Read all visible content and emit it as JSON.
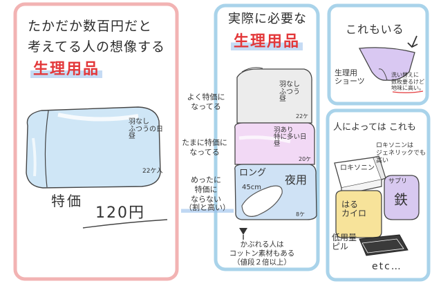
{
  "left_panel": {
    "line1": "たかだか数百円だと",
    "line2": "考えてる人の想像する",
    "highlight": "生理用品",
    "pack_label": "羽なし\nふつうの日\n昼",
    "pack_count": "22ケ入",
    "price_label": "特価",
    "price_value": "120円"
  },
  "middle_panel": {
    "title": "実際に必要な",
    "highlight": "生理用品",
    "note_often": "よく特価に\nなってる",
    "note_sometimes": "たまに特価に\nなってる",
    "note_rarely_1": "めったに\n特価に\nならない",
    "note_rarely_2": "（割と高い）",
    "pack1_label": "羽なし\nふつう\n昼",
    "pack1_count": "22ケ",
    "pack2_label": "羽あり\n特に多い日\n昼",
    "pack2_count": "20ケ",
    "pack3_long": "ロング",
    "pack3_size": "45cm",
    "pack3_night": "夜用",
    "pack3_count": "8ケ",
    "bottom_note": "かぶれる人は\nコットン素材もある\n（値段２倍以上）"
  },
  "top_right_panel": {
    "title": "これもいる",
    "label": "生理用\nショーツ",
    "note": "洗い替えに\n数枚要るけど\n地味に高い。"
  },
  "bottom_right_panel": {
    "title": "人によっては これも",
    "box_label": "ロキソニン",
    "loxonin_note": "ロキソニンは\nジェネリックでも\n高い",
    "kairo": "はる\nカイロ",
    "supplement": "サプリ",
    "iron": "鉄",
    "pill": "低用量\nピル",
    "etc": "etc…"
  }
}
